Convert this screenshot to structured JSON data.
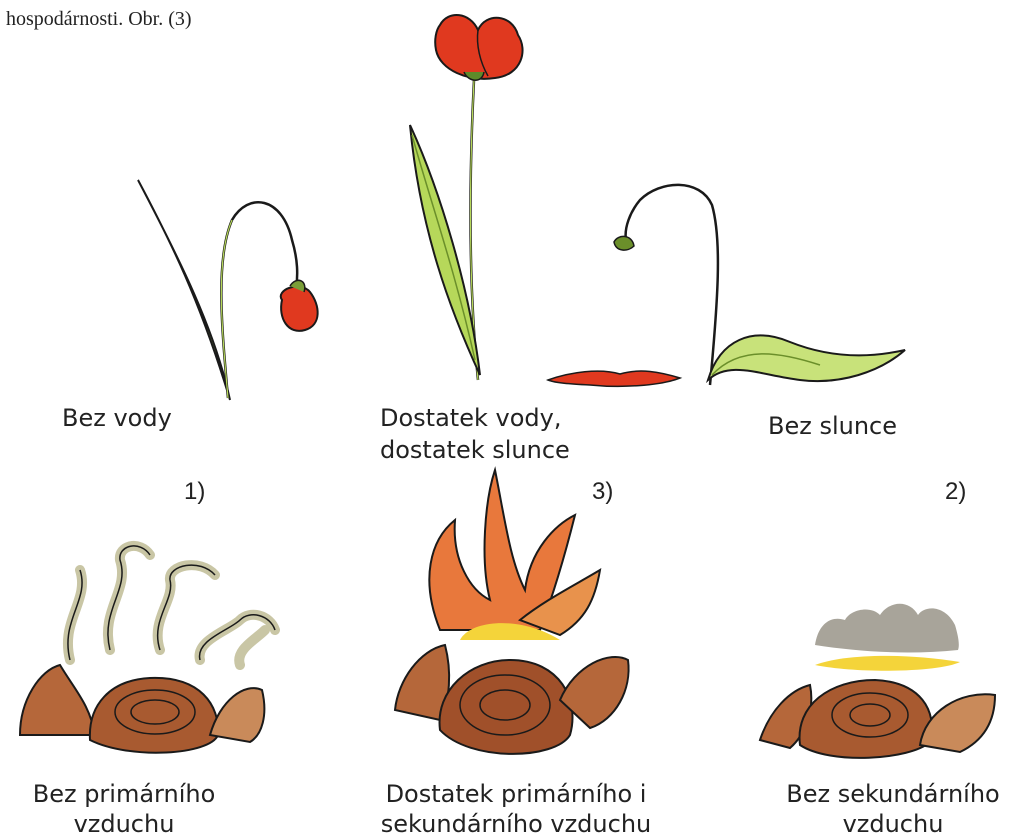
{
  "caption": "hospodárnosti. Obr. (3)",
  "plants": {
    "left": {
      "label": "Bez vody"
    },
    "middle": {
      "line1": "Dostatek vody,",
      "line2": "dostatek slunce"
    },
    "right": {
      "label": "Bez slunce"
    }
  },
  "numbers": {
    "left": "1)",
    "middle": "3)",
    "right": "2)"
  },
  "fires": {
    "left": {
      "line1": "Bez primárního",
      "line2": "vzduchu"
    },
    "middle": {
      "line1": "Dostatek primárního i",
      "line2": "sekundárního vzduchu"
    },
    "right": {
      "line1": "Bez sekundárního",
      "line2": "vzduchu"
    }
  },
  "colors": {
    "leaf": "#b6d85a",
    "leaf_dark": "#6b8f2a",
    "petal": "#e0391f",
    "flame": "#e8783c",
    "wood": "#b5673a",
    "ink": "#1a1a1a",
    "smoke": "#c9c6a5",
    "yellow": "#f4d43a"
  }
}
